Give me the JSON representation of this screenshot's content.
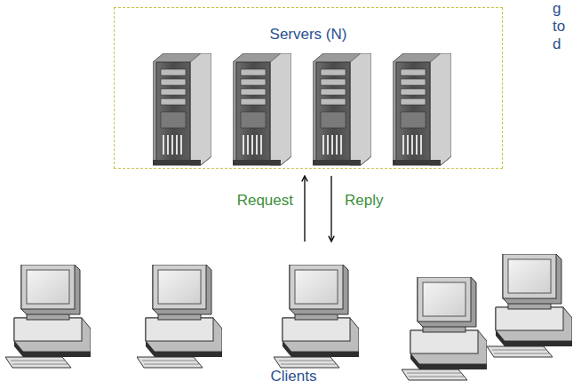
{
  "diagram": {
    "nodes": [
      {
        "text": [
          "Servers (N)"
        ]
      },
      {
        "text": [
          "Clients"
        ]
      }
    ],
    "edges": [
      {
        "from": 1,
        "to": 0,
        "arrow": "to",
        "label": "Request"
      },
      {
        "from": 0,
        "to": 1,
        "arrow": "to",
        "label": "Reply"
      }
    ],
    "labels": [
      "g",
      "to",
      "d"
    ]
  }
}
